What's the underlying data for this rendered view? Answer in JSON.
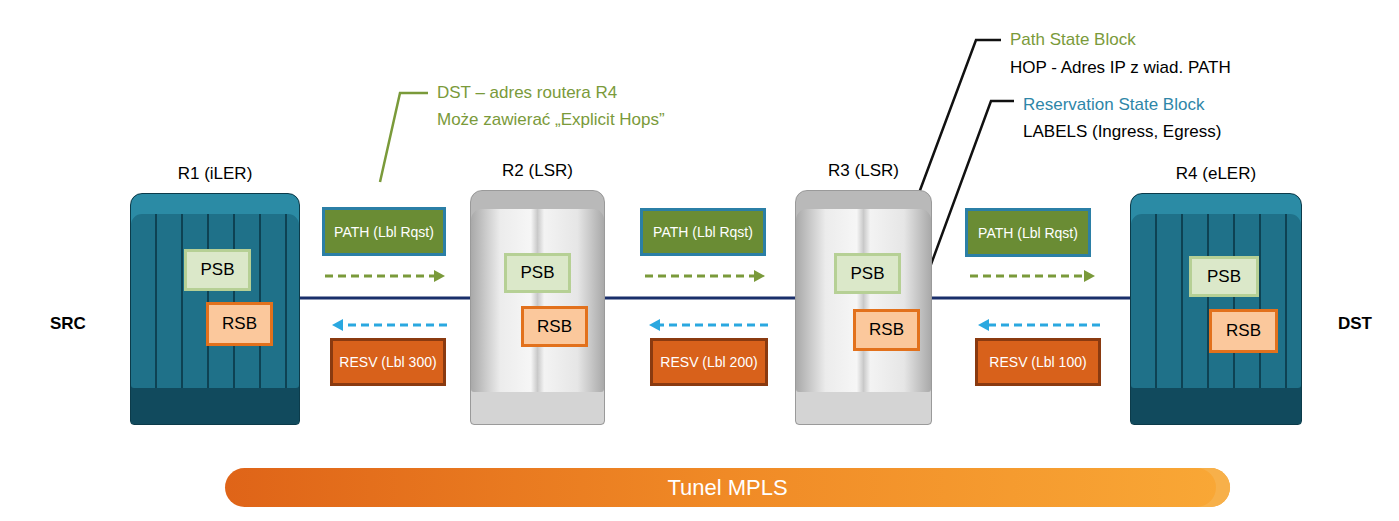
{
  "diagram": {
    "nodes": [
      {
        "text": [
          "R1 (iLER)"
        ]
      },
      {
        "text": [
          "PSB"
        ],
        "in": 0
      },
      {
        "text": [
          "RSB"
        ],
        "in": 0
      },
      {
        "text": [
          "PATH (Lbl Rqst)"
        ]
      },
      {
        "text": [
          "RESV (Lbl 300)"
        ]
      },
      {
        "text": [
          "R2 (LSR)"
        ]
      },
      {
        "text": [
          "PSB"
        ],
        "in": 5
      },
      {
        "text": [
          "RSB"
        ],
        "in": 5
      },
      {
        "text": [
          "PATH (Lbl Rqst)"
        ]
      },
      {
        "text": [
          "RESV (Lbl 200)"
        ]
      },
      {
        "text": [
          "R3 (LSR)"
        ]
      },
      {
        "text": [
          "PSB"
        ],
        "in": 10
      },
      {
        "text": [
          "RSB"
        ],
        "in": 10
      },
      {
        "text": [
          "PATH (Lbl Rqst)"
        ]
      },
      {
        "text": [
          "RESV (Lbl 100)"
        ]
      },
      {
        "text": [
          "R4 (eLER)"
        ]
      },
      {
        "text": [
          "PSB"
        ],
        "in": 15
      },
      {
        "text": [
          "RSB"
        ],
        "in": 15
      },
      {
        "text": [
          "Tunel MPLS"
        ]
      }
    ],
    "edges": [
      {
        "from": 0,
        "to": 5,
        "arrow": "none"
      },
      {
        "from": 5,
        "to": 10,
        "arrow": "none"
      },
      {
        "from": 10,
        "to": 15,
        "arrow": "none"
      }
    ],
    "labels": [
      "SRC",
      "DST",
      "DST – adres routera R4",
      "Może zawierać „Explicit Hops”",
      "Path State Block",
      "HOP - Adres IP z wiad. PATH",
      "Reservation State Block",
      "LABELS (Ingress, Egress)"
    ]
  }
}
